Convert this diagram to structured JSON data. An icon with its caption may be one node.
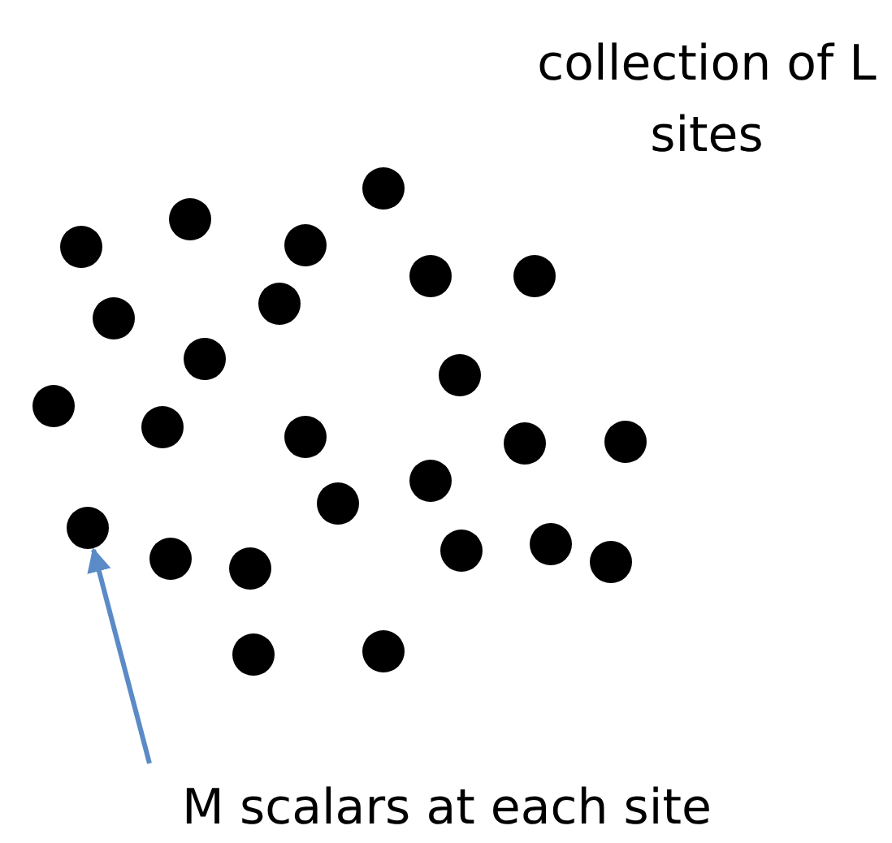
{
  "diagram": {
    "nodes": [
      {
        "text": [
          "M scalars at each site"
        ]
      },
      {
        "text": [],
        "shape": "circle"
      }
    ],
    "edges": [
      {
        "from": 0,
        "to": 1,
        "arrow": "to"
      }
    ],
    "labels": [
      "collection of L sites"
    ]
  }
}
